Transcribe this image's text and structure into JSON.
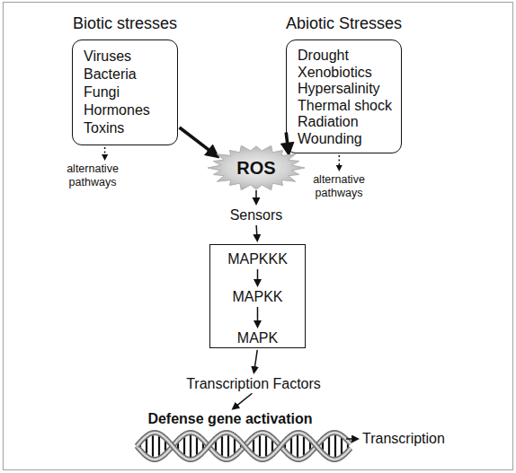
{
  "diagram": {
    "nodes": [
      {
        "text": [
          "Biotic stresses",
          "Viruses",
          "Bacteria",
          "Fungi",
          "Hormones",
          "Toxins"
        ]
      },
      {
        "text": [
          "Abiotic Stresses",
          "Drought",
          "Xenobiotics",
          "Hypersalinity",
          "Thermal shock",
          "Radiation",
          "Wounding"
        ]
      },
      {
        "text": [
          "ROS"
        ]
      },
      {
        "text": [
          "alternative pathways"
        ]
      },
      {
        "text": [
          "alternative pathways"
        ]
      },
      {
        "text": [
          "Sensors"
        ]
      },
      {
        "text": []
      },
      {
        "text": [
          "MAPKKK"
        ],
        "in": 6
      },
      {
        "text": [
          "MAPKK"
        ],
        "in": 6
      },
      {
        "text": [
          "MAPK"
        ],
        "in": 6
      },
      {
        "text": [
          "Transcription Factors"
        ]
      },
      {
        "text": [
          "Defense gene activation"
        ]
      }
    ],
    "edges": [
      {
        "from": 0,
        "to": 2,
        "arrow": "to"
      },
      {
        "from": 1,
        "to": 2,
        "arrow": "to"
      },
      {
        "from": 0,
        "to": 3,
        "arrow": "to"
      },
      {
        "from": 1,
        "to": 4,
        "arrow": "to"
      },
      {
        "from": 2,
        "to": 5,
        "arrow": "to"
      },
      {
        "from": 5,
        "to": 6,
        "arrow": "to"
      },
      {
        "from": 7,
        "to": 8,
        "arrow": "to"
      },
      {
        "from": 8,
        "to": 9,
        "arrow": "to"
      },
      {
        "from": 6,
        "to": 10,
        "arrow": "to"
      },
      {
        "from": 10,
        "to": 11,
        "arrow": "to"
      }
    ],
    "labels": [
      "Transcription"
    ]
  }
}
